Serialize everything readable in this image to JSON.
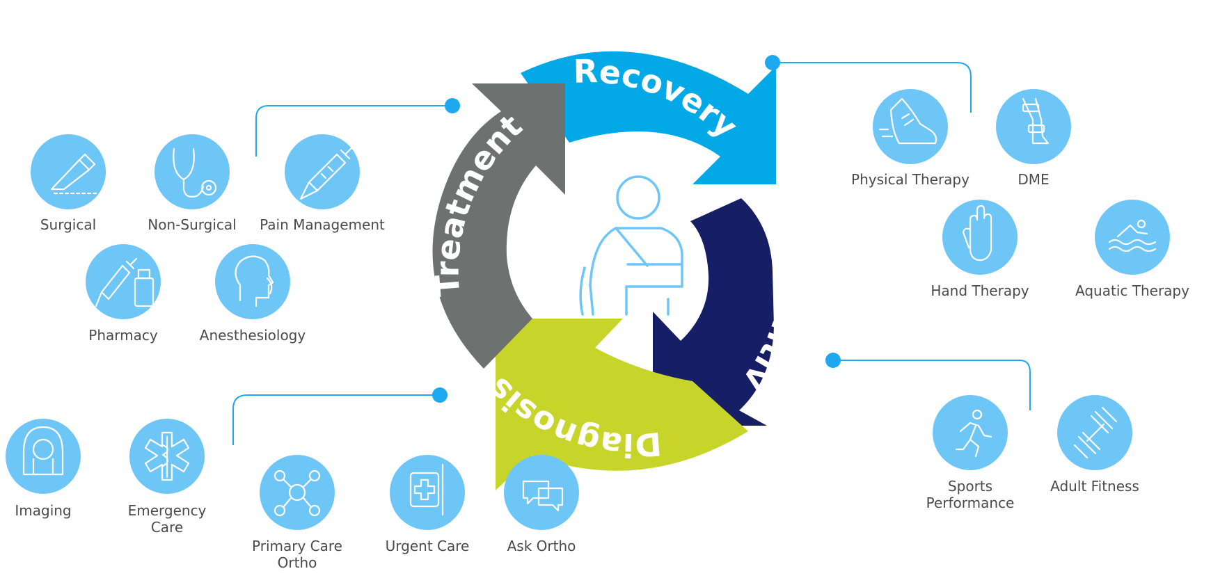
{
  "cycle": {
    "recovery": {
      "label": "Recovery",
      "color": "#03a9e6"
    },
    "preventive": {
      "label": "Preventive",
      "color": "#161e66"
    },
    "diagnosis": {
      "label": "Diagnosis",
      "color": "#c7d52a"
    },
    "treatment": {
      "label": "Treatment",
      "color": "#6d7271"
    }
  },
  "accent": "#1ea8f0",
  "bubble_color": "#6ec6f7",
  "center_icon": "person-arm-sling-icon",
  "treatment_services": [
    {
      "label": "Surgical",
      "icon": "scalpel-icon"
    },
    {
      "label": "Non-Surgical",
      "icon": "stethoscope-icon"
    },
    {
      "label": "Pain Management",
      "icon": "syringe-icon"
    },
    {
      "label": "Pharmacy",
      "icon": "medicine-vial-icon"
    },
    {
      "label": "Anesthesiology",
      "icon": "head-mask-icon"
    }
  ],
  "recovery_services": [
    {
      "label": "Physical Therapy",
      "icon": "sneaker-icon"
    },
    {
      "label": "DME",
      "icon": "leg-brace-icon"
    },
    {
      "label": "Hand Therapy",
      "icon": "hand-icon"
    },
    {
      "label": "Aquatic Therapy",
      "icon": "swimmer-icon"
    }
  ],
  "diagnosis_services": [
    {
      "label": "Imaging",
      "icon": "mri-scanner-icon"
    },
    {
      "label_lines": [
        "Emergency",
        "Care"
      ],
      "icon": "star-of-life-icon"
    },
    {
      "label_lines": [
        "Primary Care",
        "Ortho"
      ],
      "icon": "care-network-icon"
    },
    {
      "label": "Urgent Care",
      "icon": "medical-cross-sign-icon"
    },
    {
      "label": "Ask Ortho",
      "icon": "chat-bubbles-icon"
    }
  ],
  "preventive_services": [
    {
      "label_lines": [
        "Sports",
        "Performance"
      ],
      "icon": "runner-icon"
    },
    {
      "label": "Adult Fitness",
      "icon": "dumbbell-icon"
    }
  ]
}
